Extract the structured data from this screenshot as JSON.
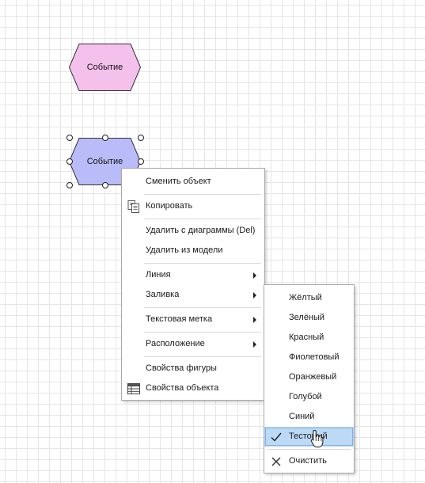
{
  "diagram": {
    "event_shape_1": {
      "label": "Событие",
      "fill": "#f4c0ec",
      "stroke": "#333333"
    },
    "event_shape_2": {
      "label": "Событие",
      "fill": "#babbf9",
      "stroke": "#333333"
    }
  },
  "context_menu": {
    "items": {
      "change_object": "Сменить объект",
      "copy": "Копировать",
      "delete_from_diagram": "Удалить с диаграммы (Del)",
      "delete_from_model": "Удалить из модели",
      "line": "Линия",
      "fill": "Заливка",
      "text_label": "Текстовая метка",
      "arrangement": "Расположение",
      "shape_properties": "Свойства фигуры",
      "object_properties": "Свойства объекта"
    }
  },
  "fill_submenu": {
    "items": {
      "yellow": "Жёлтый",
      "green": "Зелёный",
      "red": "Красный",
      "violet": "Фиолетовый",
      "orange": "Оранжевый",
      "light_blue": "Голубой",
      "blue": "Синий",
      "test": "Тестовый",
      "clear": "Очистить"
    },
    "selected": "Тестовый",
    "highlight_color": "#bcd9f5"
  },
  "icons": {
    "copy": "copy-icon",
    "properties": "properties-table-icon",
    "check": "check-icon",
    "clear": "clear-x-icon",
    "cursor": "hand-pointer-cursor-icon"
  }
}
